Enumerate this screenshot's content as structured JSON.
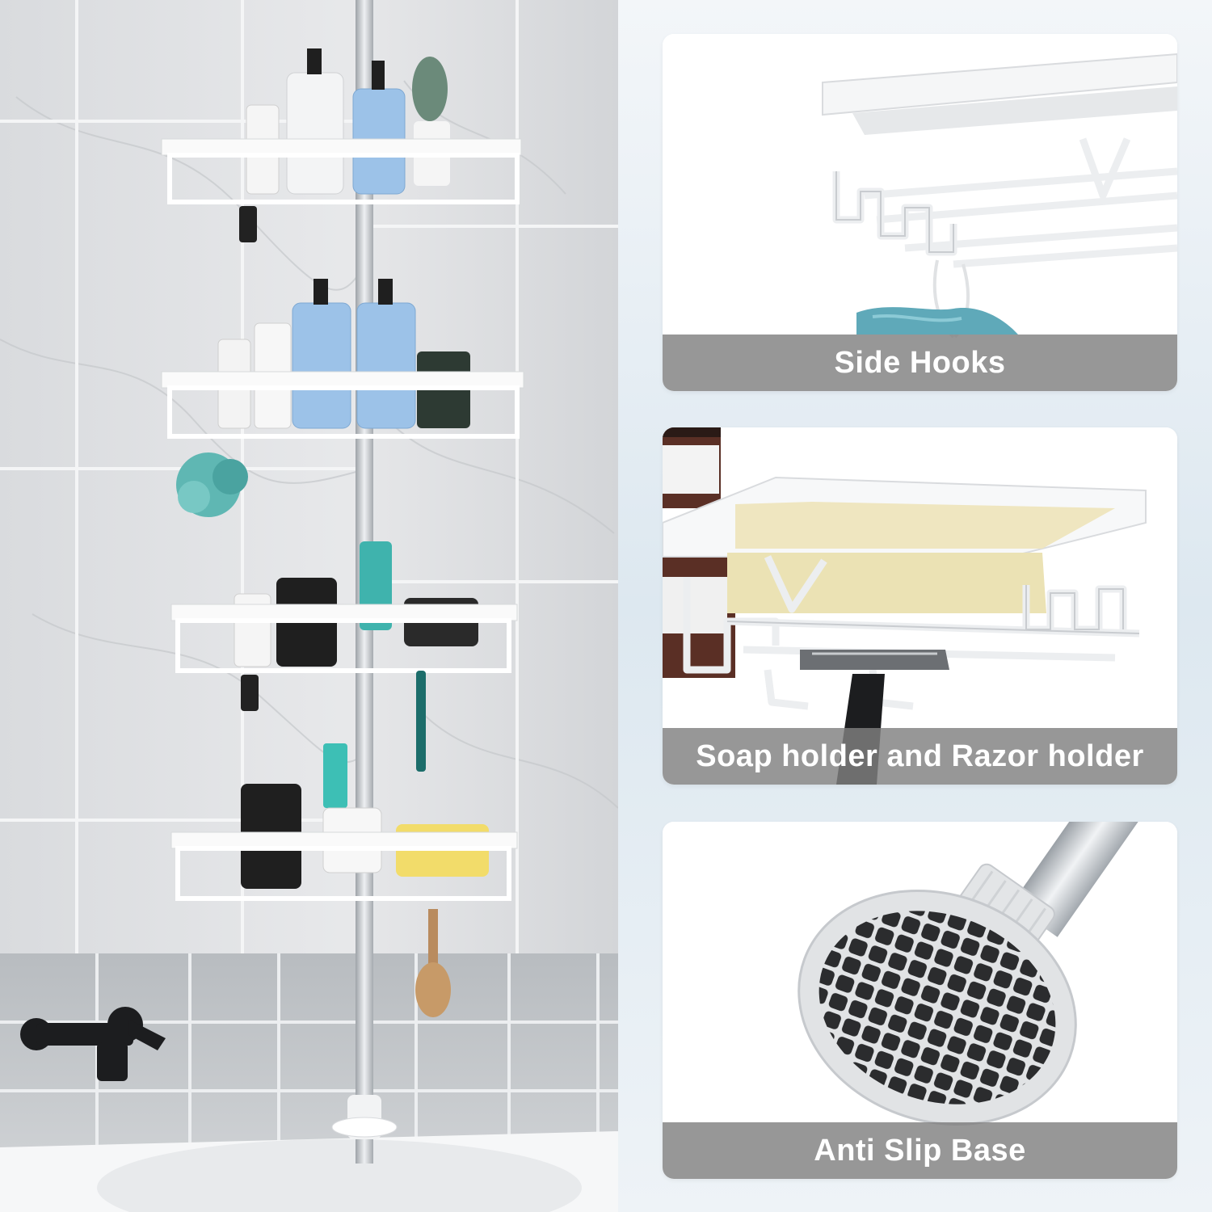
{
  "features": [
    {
      "caption": "Side Hooks",
      "icon": "side-hooks-icon"
    },
    {
      "caption": "Soap holder and Razor holder",
      "icon": "soap-razor-holder-icon"
    },
    {
      "caption": "Anti Slip Base",
      "icon": "anti-slip-base-icon"
    }
  ],
  "product": {
    "shelf_count": 4,
    "accent_color": "#ffffff",
    "pole_color": "#c9ced3"
  }
}
